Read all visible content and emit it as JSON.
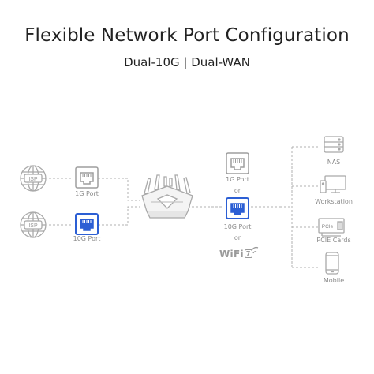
{
  "header": {
    "title": "Flexible Network Port Configuration",
    "subtitle": "Dual-10G | Dual-WAN"
  },
  "isp": [
    {
      "label": "ISP"
    },
    {
      "label": "ISP"
    }
  ],
  "left_ports": [
    {
      "label": "1G Port"
    },
    {
      "label": "10G Port"
    }
  ],
  "right_ports": {
    "top_label": "1G Port",
    "or_1": "or",
    "bottom_label": "10G Port",
    "or_2": "or",
    "wifi_label": "WiFi",
    "wifi_version": "7"
  },
  "devices": [
    {
      "label": "NAS"
    },
    {
      "label": "Workstation"
    },
    {
      "label": "PCIE Cards",
      "card_text": "PCIe"
    },
    {
      "label": "Mobile"
    }
  ],
  "colors": {
    "port_gray": "#9e9e9e",
    "port_blue": "#2c5fd4",
    "line": "#b0b0b0",
    "icon": "#a9a9a9"
  }
}
